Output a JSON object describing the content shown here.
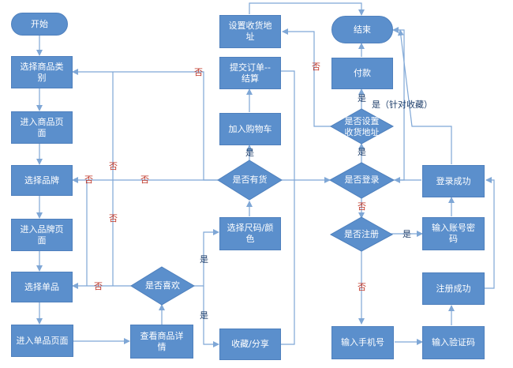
{
  "colors": {
    "node_fill": "#5b8fcc",
    "node_border": "#4f80bd",
    "line": "#7fa7d6",
    "no_label": "#c0392b",
    "yes_label": "#1f3f6b"
  },
  "nodes": {
    "start": "开始",
    "select_category": "选择商品类\n别",
    "enter_product_page": "进入商品页\n面",
    "select_brand": "选择品牌",
    "enter_brand_page": "进入品牌页\n面",
    "select_item": "选择单品",
    "enter_item_page": "进入单品页面",
    "view_details": "查看商品详\n情",
    "likes": "是否喜欢",
    "choose_size_color": "选择尺码/颜\n色",
    "favorite_share": "收藏/分享",
    "in_stock": "是否有货",
    "add_to_cart": "加入购物车",
    "submit_order": "提交订单--\n结算",
    "set_address": "设置收货地\n址",
    "end": "结束",
    "pay": "付款",
    "address_set": "是否设置\n收货地址",
    "logged_in": "是否登录",
    "registered": "是否注册",
    "login_success": "登录成功",
    "enter_account_password": "输入账号密\n码",
    "register_success": "注册成功",
    "enter_phone": "输入手机号",
    "enter_code": "输入验证码"
  },
  "labels": {
    "no_in_stock_to_category": "否",
    "no_in_stock_left_a": "否",
    "no_in_stock_left_b": "否",
    "no_vertical_a": "否",
    "no_vertical_b": "否",
    "no_likes": "否",
    "yes_likes_up": "是",
    "yes_likes_down": "是",
    "yes_in_stock": "是",
    "no_address_set": "否",
    "yes_address_set_pay": "是",
    "yes_favorite": "是（针对收藏）",
    "yes_address_logged": "是",
    "no_logged_in": "否",
    "yes_registered": "是",
    "no_registered": "否"
  }
}
